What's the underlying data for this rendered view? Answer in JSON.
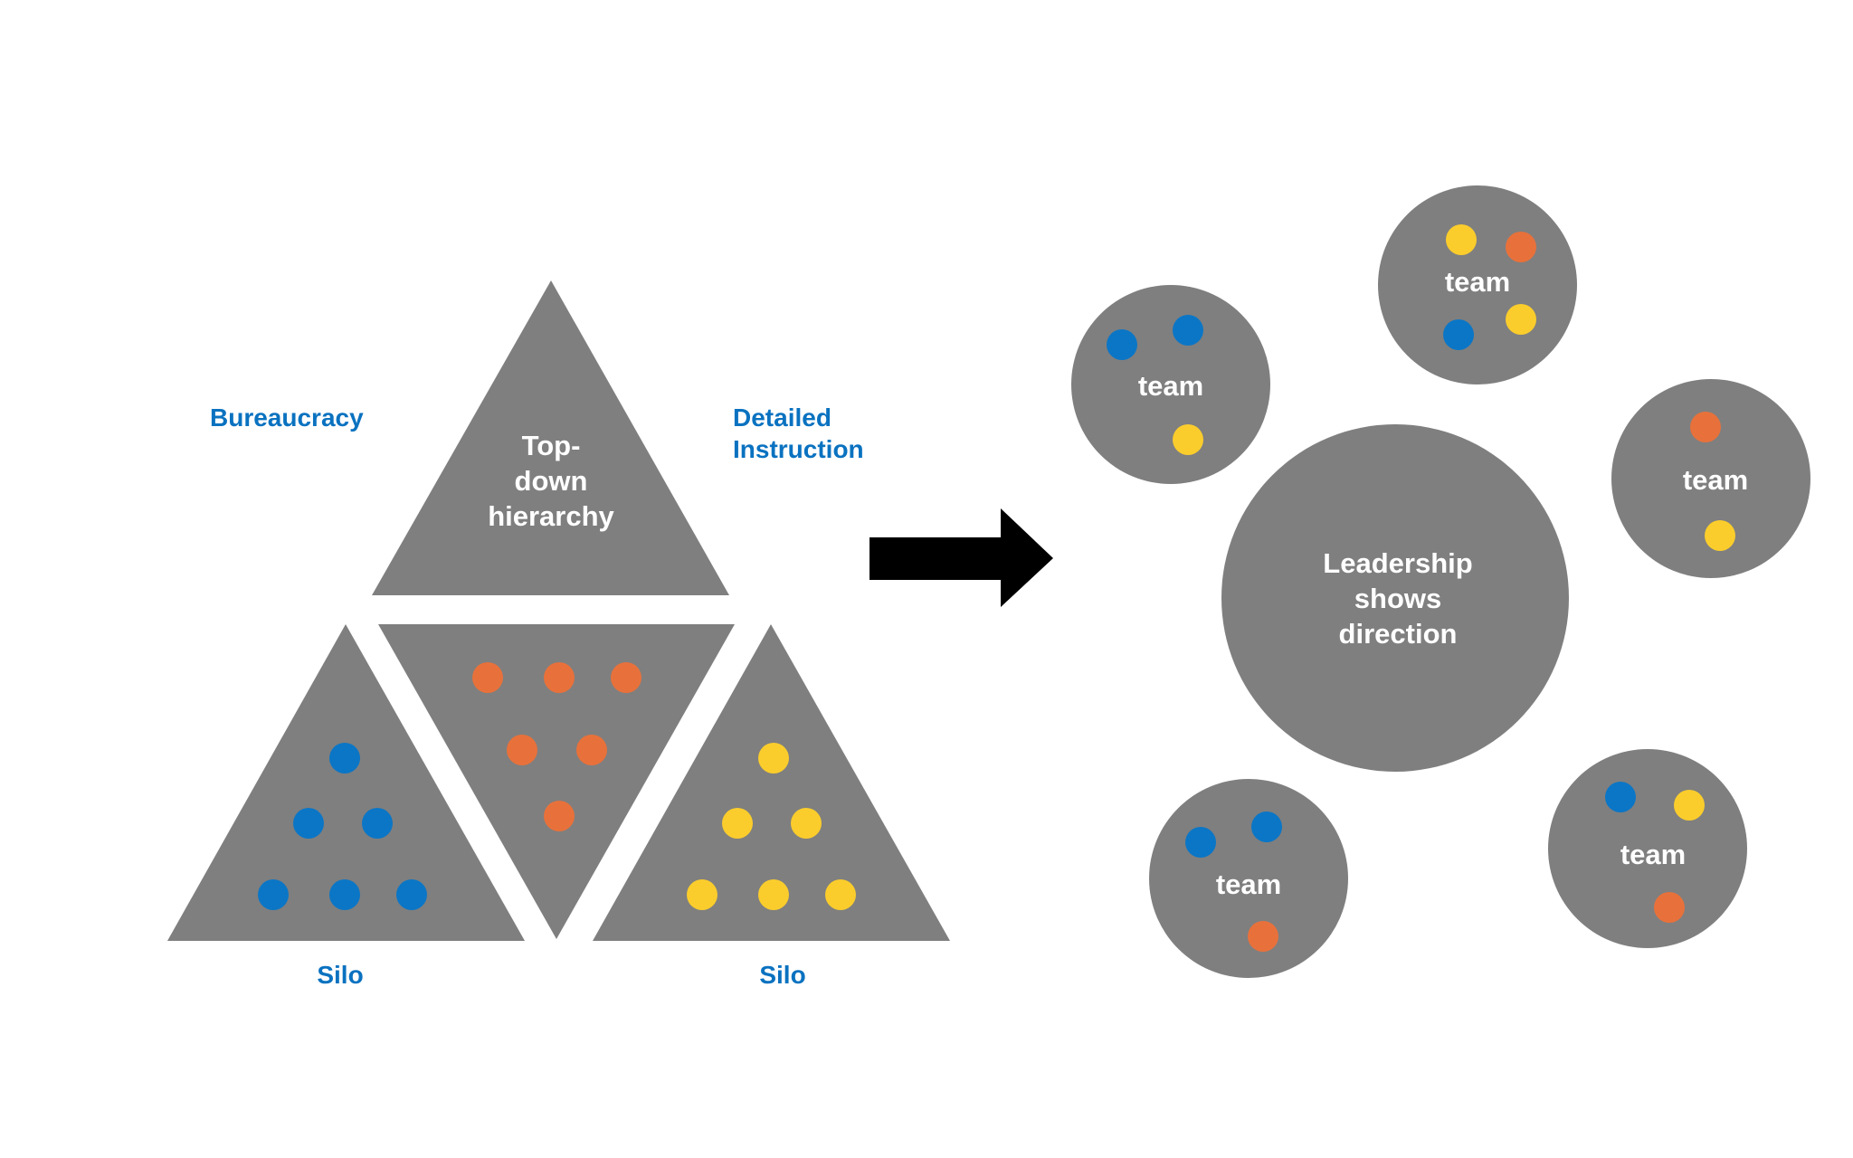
{
  "colors": {
    "shape": "#7f7f7f",
    "label": "#0a72c0",
    "arrow": "#000000",
    "dot_blue": "#0b76c6",
    "dot_orange": "#e8713b",
    "dot_yellow": "#fbcd2c"
  },
  "left": {
    "bureaucracy_label": "Bureaucracy",
    "detailed_label_line1": "Detailed",
    "detailed_label_line2": "Instruction",
    "top_text_line1": "Top-",
    "top_text_line2": "down",
    "top_text_line3": "hierarchy",
    "silo_left_label": "Silo",
    "silo_right_label": "Silo"
  },
  "right": {
    "center_line1": "Leadership",
    "center_line2": "shows",
    "center_line3": "direction",
    "team_label": "team"
  },
  "icons": {
    "arrow": "right-arrow-icon"
  }
}
